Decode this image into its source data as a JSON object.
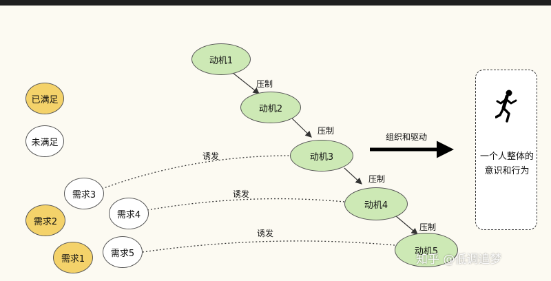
{
  "legend": {
    "satisfied": "已满足",
    "unsatisfied": "未满足"
  },
  "motives": [
    "动机1",
    "动机2",
    "动机3",
    "动机4",
    "动机5"
  ],
  "needs": {
    "need1": "需求1",
    "need2": "需求2",
    "need3": "需求3",
    "need4": "需求4",
    "need5": "需求5"
  },
  "edge_labels": {
    "suppress": "压制",
    "trigger": "诱发",
    "organize_drive": "组织和驱动"
  },
  "outcome": {
    "text": "一个人整体的意识和行为",
    "icon": "running-person-icon"
  },
  "watermark": "知乎 @低调追梦",
  "colors": {
    "motive": "#cde9b5",
    "satisfied": "#f4d26a",
    "unsatisfied": "#ffffff"
  }
}
